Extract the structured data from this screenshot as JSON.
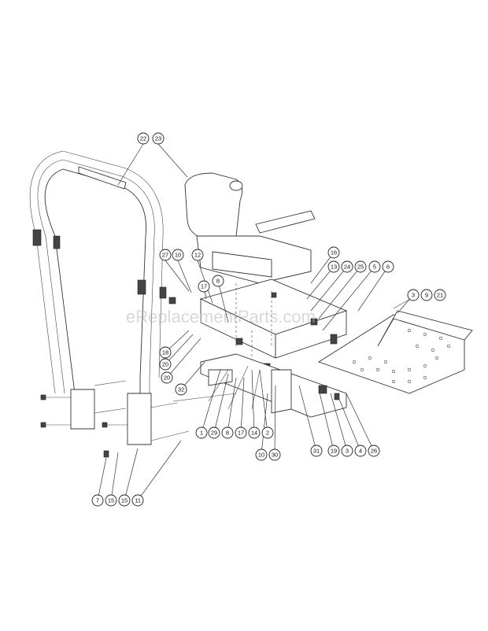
{
  "watermark": "eReplacementParts.com",
  "callouts": [
    {
      "id": "c1",
      "label": "22"
    },
    {
      "id": "c2",
      "label": "23"
    },
    {
      "id": "c3",
      "label": "27"
    },
    {
      "id": "c4",
      "label": "10"
    },
    {
      "id": "c5",
      "label": "12"
    },
    {
      "id": "c6",
      "label": "17"
    },
    {
      "id": "c7",
      "label": "8"
    },
    {
      "id": "c8",
      "label": "16"
    },
    {
      "id": "c9",
      "label": "13"
    },
    {
      "id": "c10",
      "label": "24"
    },
    {
      "id": "c11",
      "label": "25"
    },
    {
      "id": "c12",
      "label": "5"
    },
    {
      "id": "c13",
      "label": "6"
    },
    {
      "id": "c14",
      "label": "3"
    },
    {
      "id": "c15",
      "label": "9"
    },
    {
      "id": "c16",
      "label": "21"
    },
    {
      "id": "c17",
      "label": "18"
    },
    {
      "id": "c18",
      "label": "20"
    },
    {
      "id": "c19",
      "label": "20"
    },
    {
      "id": "c20",
      "label": "32"
    },
    {
      "id": "c21",
      "label": "1"
    },
    {
      "id": "c22",
      "label": "29"
    },
    {
      "id": "c23",
      "label": "8"
    },
    {
      "id": "c24",
      "label": "17"
    },
    {
      "id": "c25",
      "label": "14"
    },
    {
      "id": "c26",
      "label": "2"
    },
    {
      "id": "c27",
      "label": "10"
    },
    {
      "id": "c28",
      "label": "30"
    },
    {
      "id": "c29",
      "label": "31"
    },
    {
      "id": "c30",
      "label": "19"
    },
    {
      "id": "c31",
      "label": "3"
    },
    {
      "id": "c32",
      "label": "4"
    },
    {
      "id": "c33",
      "label": "26"
    },
    {
      "id": "c34",
      "label": "7"
    },
    {
      "id": "c35",
      "label": "15"
    },
    {
      "id": "c36",
      "label": "15"
    },
    {
      "id": "c37",
      "label": "11"
    }
  ]
}
